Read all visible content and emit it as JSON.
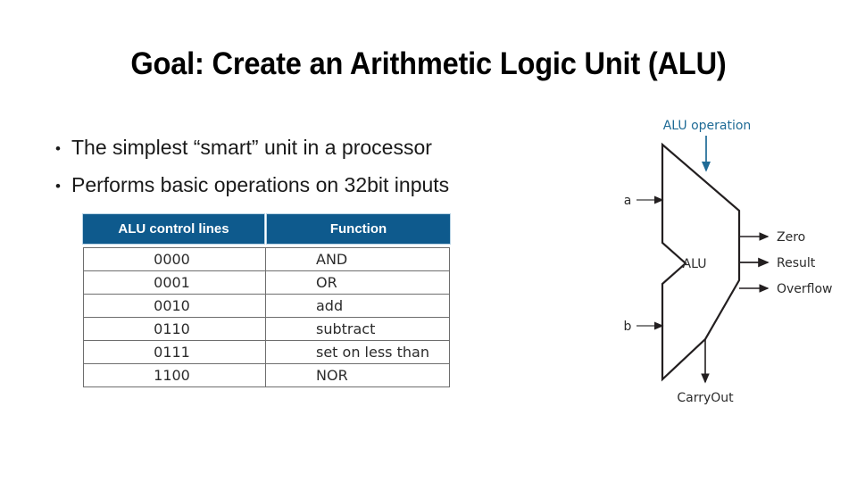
{
  "slide": {
    "title": "Goal: Create an Arithmetic Logic Unit (ALU)",
    "bullet_marker": "•",
    "bullets": [
      "The simplest “smart” unit in a processor",
      "Performs basic operations on 32bit inputs"
    ]
  },
  "table": {
    "headers": [
      "ALU control lines",
      "Function"
    ],
    "header_bg": "#0e5a8d",
    "header_text_color": "#ffffff",
    "border_color": "#6e6e6e",
    "rows": [
      {
        "control": "0000",
        "function": "AND"
      },
      {
        "control": "0001",
        "function": "OR"
      },
      {
        "control": "0010",
        "function": "add"
      },
      {
        "control": "0110",
        "function": "subtract"
      },
      {
        "control": "0111",
        "function": "set on less than"
      },
      {
        "control": "1100",
        "function": "NOR"
      }
    ]
  },
  "diagram": {
    "block_label": "ALU",
    "control_label": "ALU operation",
    "control_arrow_color": "#1f6b96",
    "line_color": "#231f20",
    "inputs": [
      {
        "label": "a"
      },
      {
        "label": "b"
      }
    ],
    "outputs": [
      {
        "label": "Zero"
      },
      {
        "label": "Result"
      },
      {
        "label": "Overflow"
      }
    ],
    "bottom_output": {
      "label": "CarryOut"
    }
  }
}
